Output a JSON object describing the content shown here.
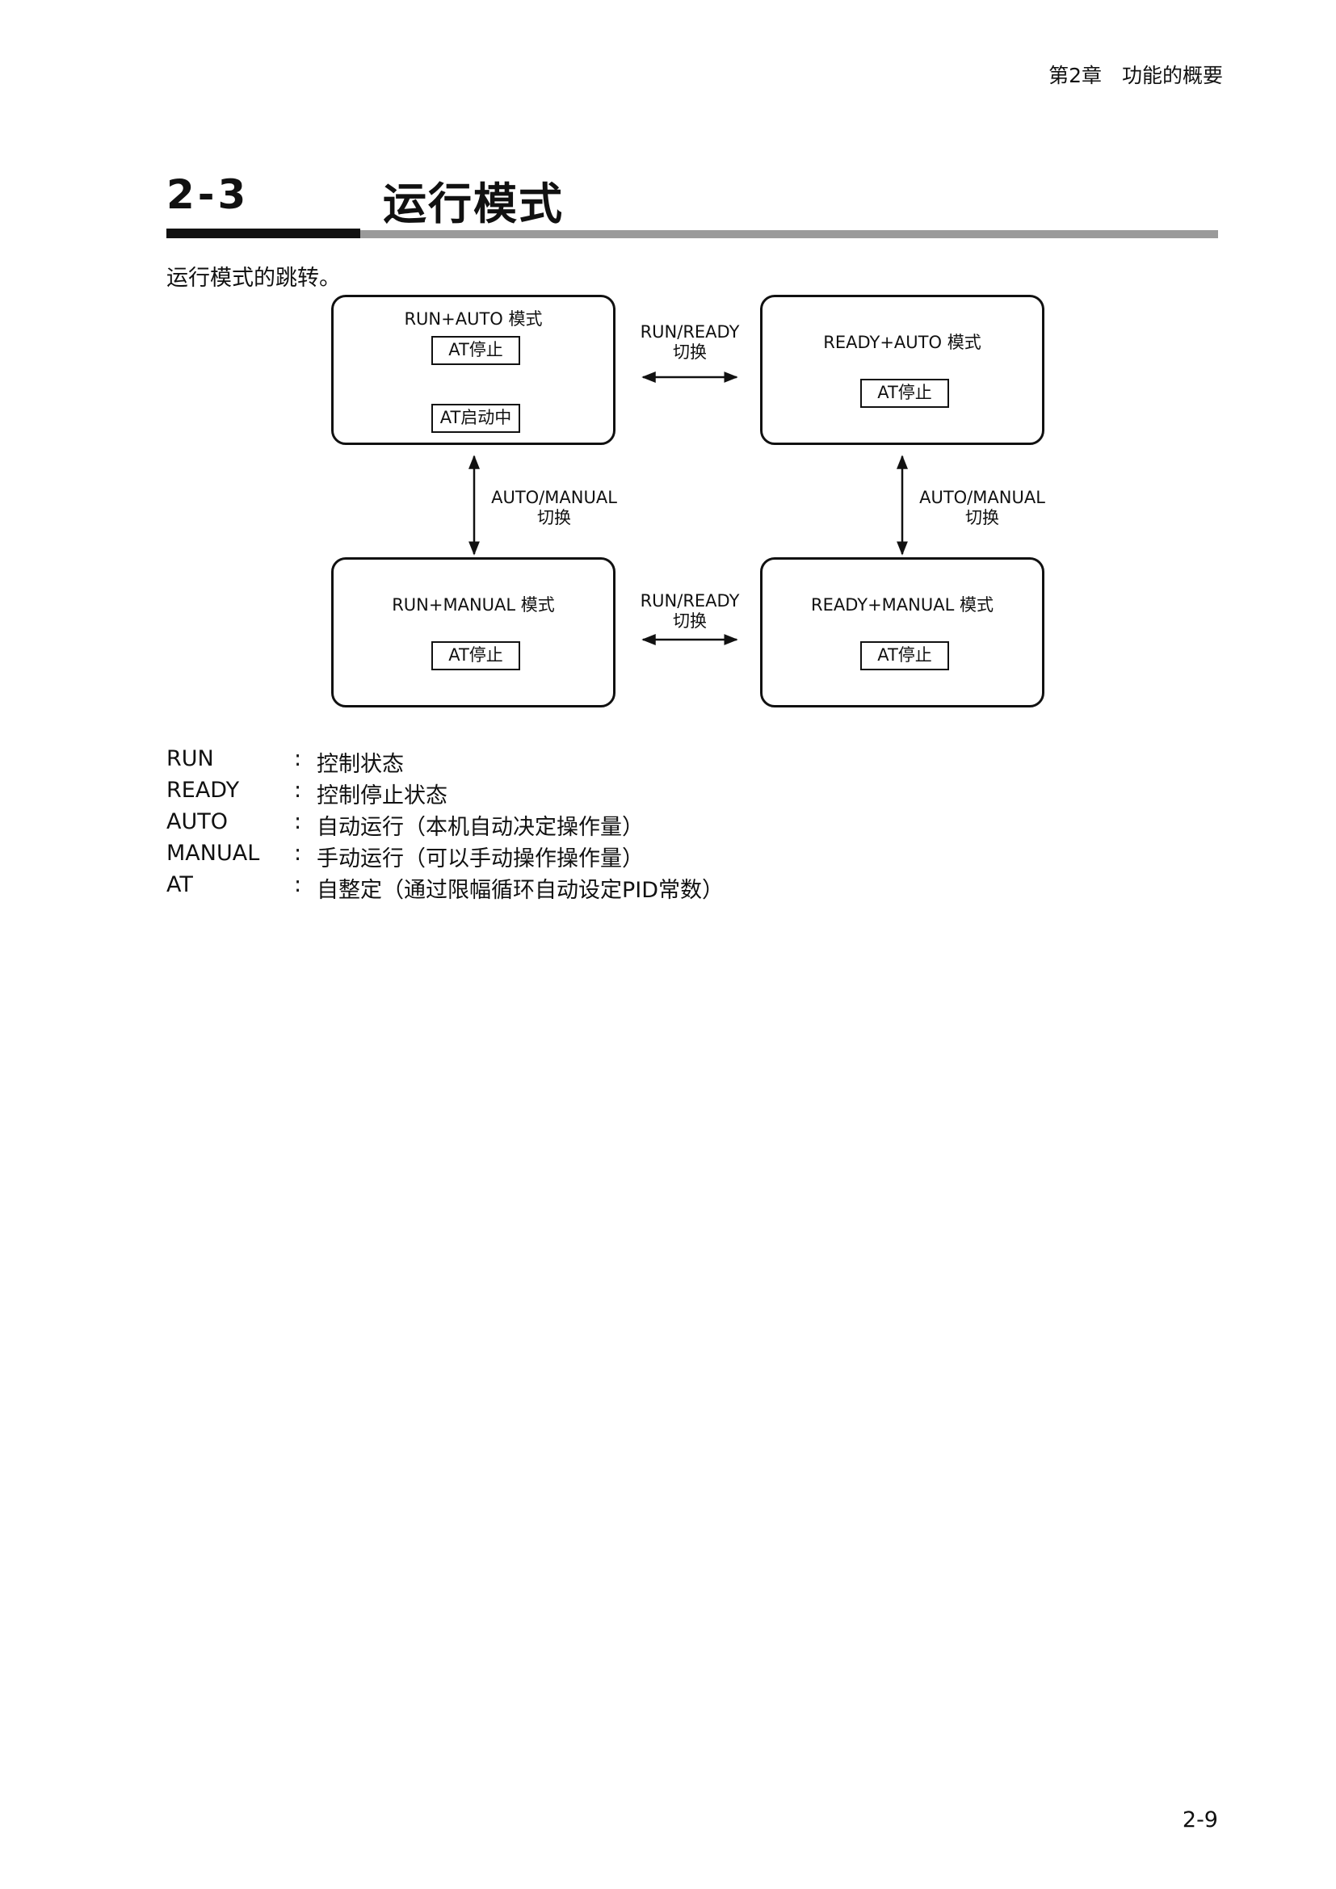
{
  "header": {
    "chapter": "第2章　功能的概要"
  },
  "section": {
    "number": "2-3",
    "title": "运行模式"
  },
  "intro": "运行模式的跳转。",
  "diagram": {
    "run_auto": {
      "title": "RUN+AUTO 模式",
      "at_stop": "AT停止",
      "at_start": "AT启动中"
    },
    "ready_auto": {
      "title": "READY+AUTO 模式",
      "at_stop": "AT停止"
    },
    "run_manual": {
      "title": "RUN+MANUAL 模式",
      "at_stop": "AT停止"
    },
    "ready_manual": {
      "title": "READY+MANUAL 模式",
      "at_stop": "AT停止"
    },
    "switch_run_ready_top": {
      "line1": "RUN/READY",
      "line2": "切换"
    },
    "switch_run_ready_bottom": {
      "line1": "RUN/READY",
      "line2": "切换"
    },
    "switch_auto_manual_left": {
      "line1": "AUTO/MANUAL",
      "line2": "切换"
    },
    "switch_auto_manual_right": {
      "line1": "AUTO/MANUAL",
      "line2": "切换"
    }
  },
  "legend": [
    {
      "key": "RUN",
      "colon": ":",
      "desc": "控制状态"
    },
    {
      "key": "READY",
      "colon": ":",
      "desc": "控制停止状态"
    },
    {
      "key": "AUTO",
      "colon": ":",
      "desc": "自动运行（本机自动决定操作量）"
    },
    {
      "key": "MANUAL",
      "colon": ":",
      "desc": "手动运行（可以手动操作操作量）"
    },
    {
      "key": "AT",
      "colon": ":",
      "desc": "自整定（通过限幅循环自动设定PID常数）"
    }
  ],
  "page_number": "2-9"
}
